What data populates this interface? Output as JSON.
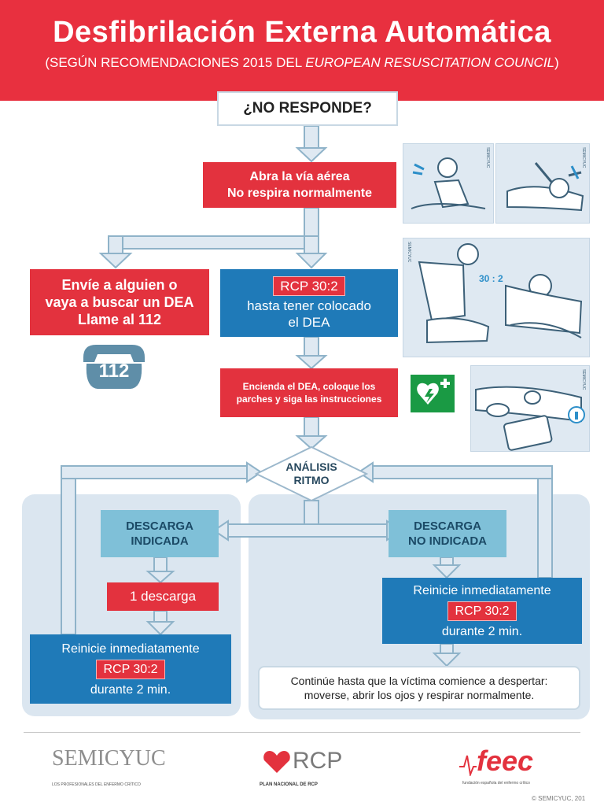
{
  "header": {
    "title": "Desfibrilación Externa Automática",
    "subtitle_pre": "(SEGÚN RECOMENDACIONES 2015 DEL ",
    "subtitle_em": "EUROPEAN RESUSCITATION COUNCIL",
    "subtitle_post": ")"
  },
  "flow": {
    "no_responde": "¿NO RESPONDE?",
    "airway_1": "Abra la vía aérea",
    "airway_2": "No respira normalmente",
    "send_1": "Envíe a alguien o",
    "send_2": "vaya a buscar un DEA",
    "send_3": "Llame al 112",
    "phone_number": "112",
    "rcp_tag": "RCP 30:2",
    "rcp_1": "hasta tener colocado",
    "rcp_2": "el DEA",
    "dea_1": "Encienda el DEA, coloque los",
    "dea_2": "parches y siga las instrucciones",
    "analysis_1": "ANÁLISIS",
    "analysis_2": "RITMO",
    "shock_ind_1": "DESCARGA",
    "shock_ind_2": "INDICADA",
    "shock_no_1": "DESCARGA",
    "shock_no_2": "NO INDICADA",
    "one_shock": "1 descarga",
    "restart_left": "Reinicie inmediatamente",
    "restart_left_tag": "RCP 30:2",
    "restart_left_dur": "durante 2 min.",
    "restart_right": "Reinicie inmediatamente",
    "restart_right_tag": "RCP 30:2",
    "restart_right_dur": "durante 2 min.",
    "continue_1": "Continúe hasta que la víctima comience a despertar:",
    "continue_2": "moverse, abrir los ojos y respirar normalmente."
  },
  "illustrations": {
    "ratio": "30 : 2",
    "side_tag": "SEMICYUC"
  },
  "footer": {
    "semicyuc": "SEMICYUC",
    "semicyuc_sub": "LOS PROFESIONALES DEL ENFERMO CRÍTICO",
    "rcp": "RCP",
    "rcp_sub": "PLAN NACIONAL DE RCP",
    "feec": "feec",
    "feec_sub": "fundación española del enfermo crítico",
    "copyright": "© SEMICYUC, 201"
  },
  "colors": {
    "red": "#e3323e",
    "blue": "#1f7ab8",
    "light_blue": "#7fc0d8",
    "panel": "#dbe6f0",
    "aed_green": "#1a9a44"
  }
}
